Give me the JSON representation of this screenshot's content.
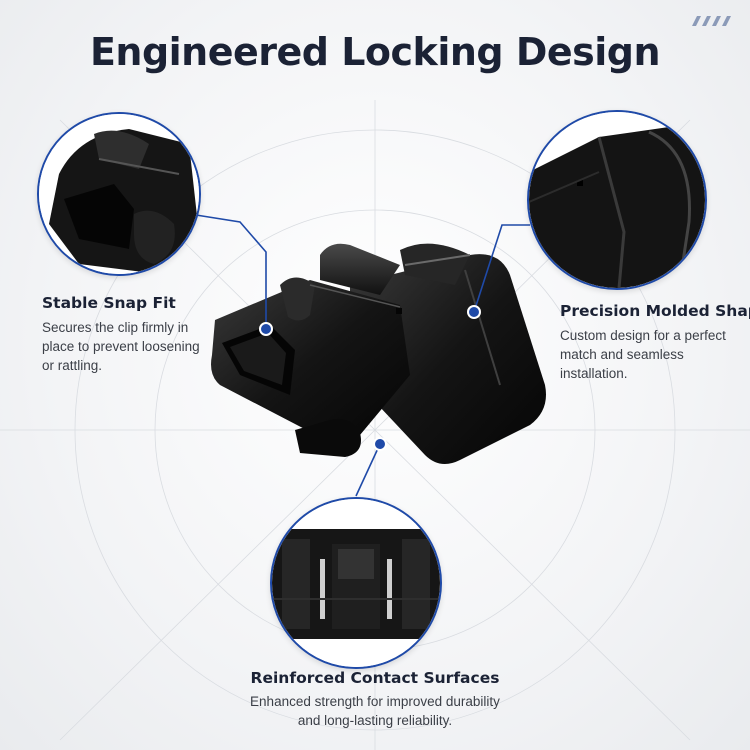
{
  "title": "Engineered Locking Design",
  "colors": {
    "accent": "#1f4aa8",
    "title": "#1b2235",
    "text": "#3b3f47",
    "product": "#151515"
  },
  "features": {
    "snap_fit": {
      "heading": "Stable Snap Fit",
      "description": "Secures the clip firmly in place to prevent loosening or rattling."
    },
    "molded_shape": {
      "heading": "Precision Molded Shape",
      "description": "Custom design for a perfect match and seamless installation."
    },
    "contact_surfaces": {
      "heading": "Reinforced Contact Surfaces",
      "description": "Enhanced strength for improved durability and long-lasting reliability."
    }
  }
}
